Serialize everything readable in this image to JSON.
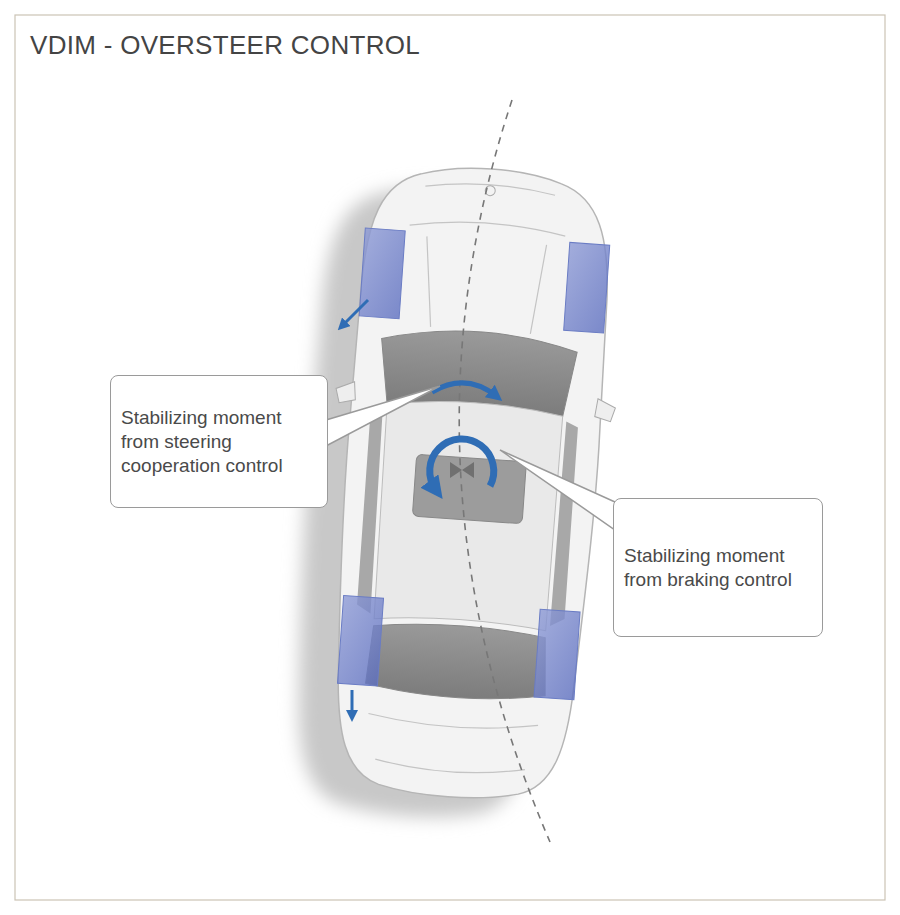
{
  "diagram": {
    "title": "VDIM - OVERSTEER CONTROL",
    "nodes": [
      {
        "text": [
          "Stabilizing moment from steering cooperation control"
        ]
      },
      {
        "text": [
          "Stabilizing moment from braking control"
        ]
      }
    ]
  }
}
